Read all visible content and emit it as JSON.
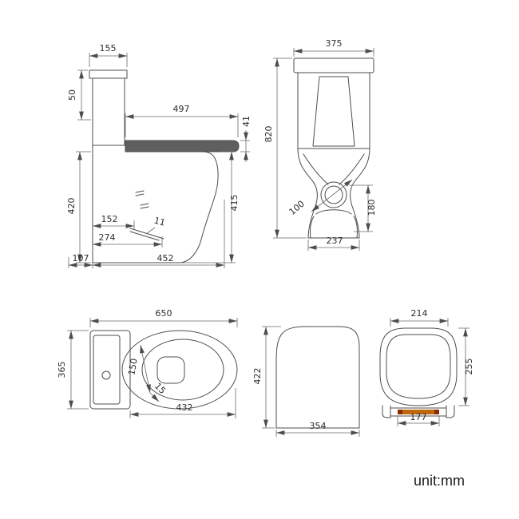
{
  "unit_label": "unit:mm",
  "colors": {
    "line": "#4d4d4d",
    "dimension": "#6a6a6a",
    "text": "#2e2e2e",
    "hinge_strip_mid": "#c2660a",
    "hinge_strip_end": "#8a2b06"
  },
  "views": {
    "side_elevation": {
      "dims": {
        "tank_depth": "155",
        "lid_height": "50",
        "seat_length": "497",
        "seat_thickness": "41",
        "overall_height": "420",
        "rim_height": "415",
        "trap_offset": "152",
        "trap_width": "11",
        "outlet_center": "274",
        "rear_setback": "107",
        "base_depth": "452"
      }
    },
    "front_elevation": {
      "dims": {
        "width": "375",
        "overall_height": "820",
        "outlet_diameter": "100",
        "outlet_height": "180",
        "base_width": "237"
      }
    },
    "plan": {
      "dims": {
        "overall_depth": "650",
        "overall_width": "365",
        "opening_width": "150",
        "opening_offset": "15",
        "bowl_depth": "432"
      }
    },
    "cistern_profile": {
      "dims": {
        "height": "422",
        "depth": "354"
      }
    },
    "seat_lid": {
      "dims": {
        "top_width": "214",
        "depth": "255",
        "hinge_span": "177"
      }
    }
  }
}
